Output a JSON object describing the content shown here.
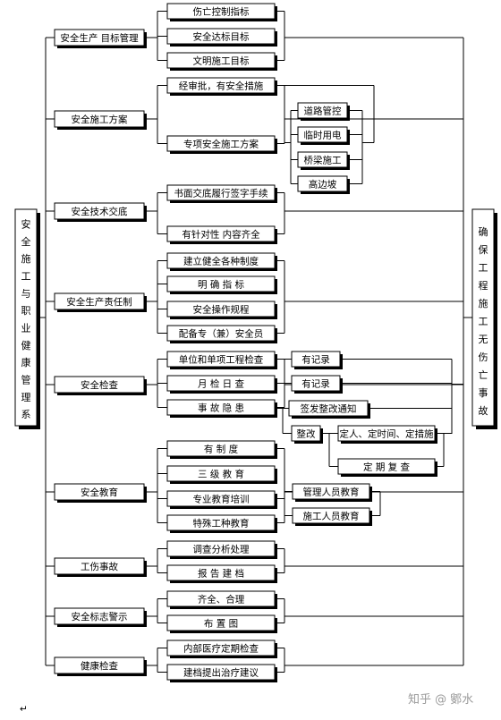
{
  "left_title": "安全施工与职业健康管理系",
  "right_title": "确保工程施工无伤亡事故",
  "groups": [
    {
      "label": "安全生产 目标管理",
      "items": [
        "伤亡控制指标",
        "安全达标目标",
        "文明施工目标"
      ]
    },
    {
      "label": "安全施工方案",
      "items": [
        "经审批，有安全措施",
        "专项安全施工方案"
      ],
      "sub_items": [
        "道路管控",
        "临时用电",
        "桥梁施工",
        "高边坡"
      ]
    },
    {
      "label": "安全技术交底",
      "items": [
        "书面交底履行签字手续",
        "有针对性 内容齐全"
      ]
    },
    {
      "label": "安全生产责任制",
      "items": [
        "建立健全各种制度",
        "明 确 指 标",
        "安全操作规程",
        "配备专（兼）安全员"
      ]
    },
    {
      "label": "安全检查",
      "items": [
        "单位和单项工程检查",
        "月 检 日 查",
        "事 故 隐 患"
      ],
      "records": [
        "有记录",
        "有记录"
      ],
      "hazard_flow": {
        "notice": "签发整改通知",
        "rectify": "整改",
        "fix_three": "定人、定时间、定措施",
        "review": "定 期 复 查"
      }
    },
    {
      "label": "安全教育",
      "items": [
        "有 制 度",
        "三 级 教 育",
        "专业教育培训",
        "特殊工种教育"
      ],
      "sub_items": [
        "管理人员教育",
        "施工人员教育"
      ]
    },
    {
      "label": "工伤事故",
      "items": [
        "调查分析处理",
        "报 告 建 档"
      ]
    },
    {
      "label": "安全标志警示",
      "items": [
        "齐全、合理",
        "布 置 图"
      ]
    },
    {
      "label": "健康检查",
      "items": [
        "内部医疗定期检查",
        "建档提出治疗建议"
      ]
    }
  ],
  "watermark": "知乎 @ 鄋水",
  "return_mark": "↵"
}
